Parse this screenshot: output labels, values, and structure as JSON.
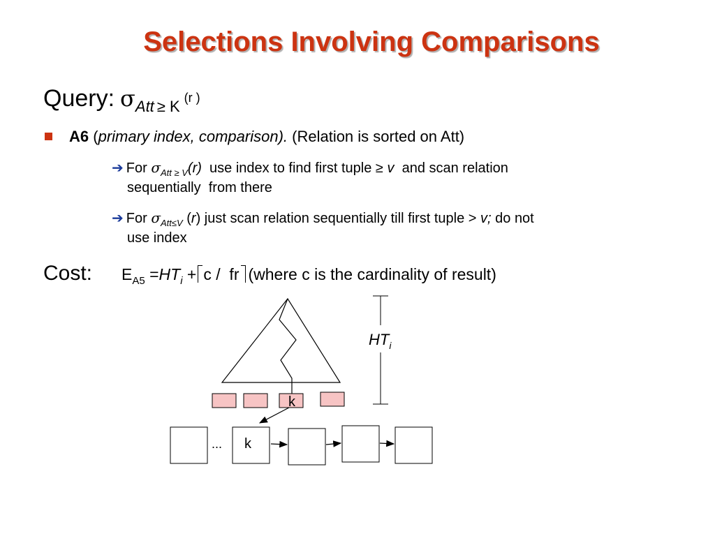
{
  "title": "Selections Involving Comparisons",
  "query": {
    "label": "Query:",
    "sigma": "σ",
    "subscript_att": "Att",
    "subscript_rest": "≥ K",
    "args": "(r )"
  },
  "bullet": {
    "bold": "A6",
    "open": "(",
    "italic": "primary index, comparison).",
    "rest": " (Relation is sorted on Att)"
  },
  "items": [
    {
      "prefix": "For ",
      "sigma": "σ",
      "subscript": "Att ≥ V",
      "arg": "(r)",
      "text_line1": "  use index to find first tuple ≥ ",
      "var": "v",
      "text_line1_end": "  and scan relation",
      "text_line2": "sequentially  from there"
    },
    {
      "prefix": "For ",
      "sigma": "σ",
      "subscript": "Att≤V",
      "arg_open": " (",
      "arg_r": "r",
      "arg_close": ")",
      "text_line1": " just scan relation sequentially till first tuple > ",
      "var": "v;",
      "text_line1_end": " do not",
      "text_line2": "use index"
    }
  ],
  "cost": {
    "label": "Cost:",
    "e": "E",
    "e_sub": "A5",
    "eq": " =",
    "ht": "HT",
    "ht_sub": "i",
    "plus": " +",
    "ceil_content": "c /  fr",
    "note": "(where c is the cardinality of result)"
  },
  "diagram": {
    "ht_label": "HT",
    "ht_sub": "i",
    "leaf_key": "k",
    "block_key": "k",
    "ellipsis": "...",
    "colors": {
      "leaf_fill": "#f7c4c4",
      "title": "#cc3311",
      "arrow": "#1a3a9a"
    }
  }
}
